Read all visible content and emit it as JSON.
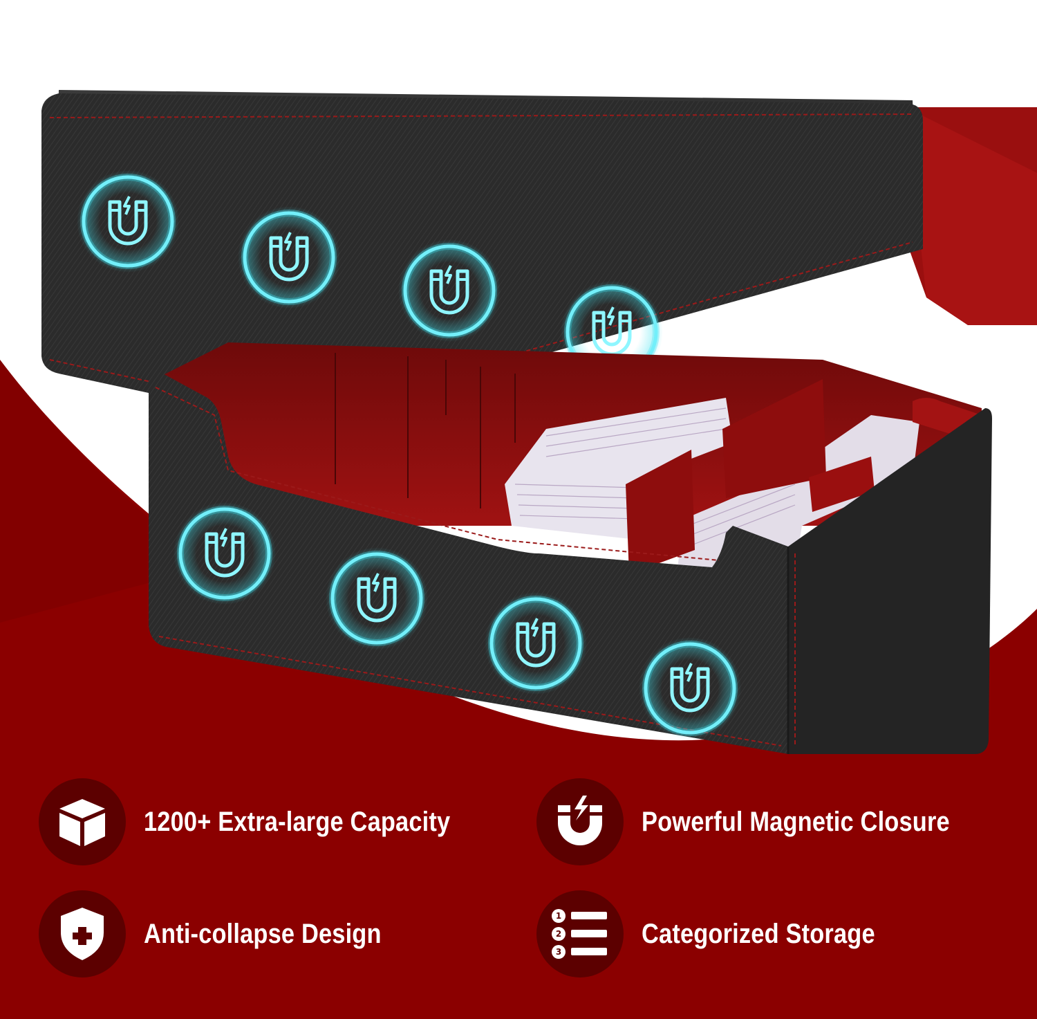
{
  "colors": {
    "background_red": "#8b0000",
    "circle_dark_red": "#5c0000",
    "box_black": "#2a2a2a",
    "lining_red": "#8e0d0d",
    "magnet_glow": "#3fe3f0",
    "text": "#ffffff"
  },
  "features": [
    {
      "label": "1200+ Extra-large Capacity",
      "icon": "box-icon"
    },
    {
      "label": "Powerful Magnetic Closure",
      "icon": "magnet-icon"
    },
    {
      "label": "Anti-collapse Design",
      "icon": "shield-plus-icon"
    },
    {
      "label": "Categorized Storage",
      "icon": "numbered-list-icon"
    }
  ],
  "magnet_badges": {
    "lid": 4,
    "base": 4,
    "icon": "glowing-magnet-icon"
  }
}
